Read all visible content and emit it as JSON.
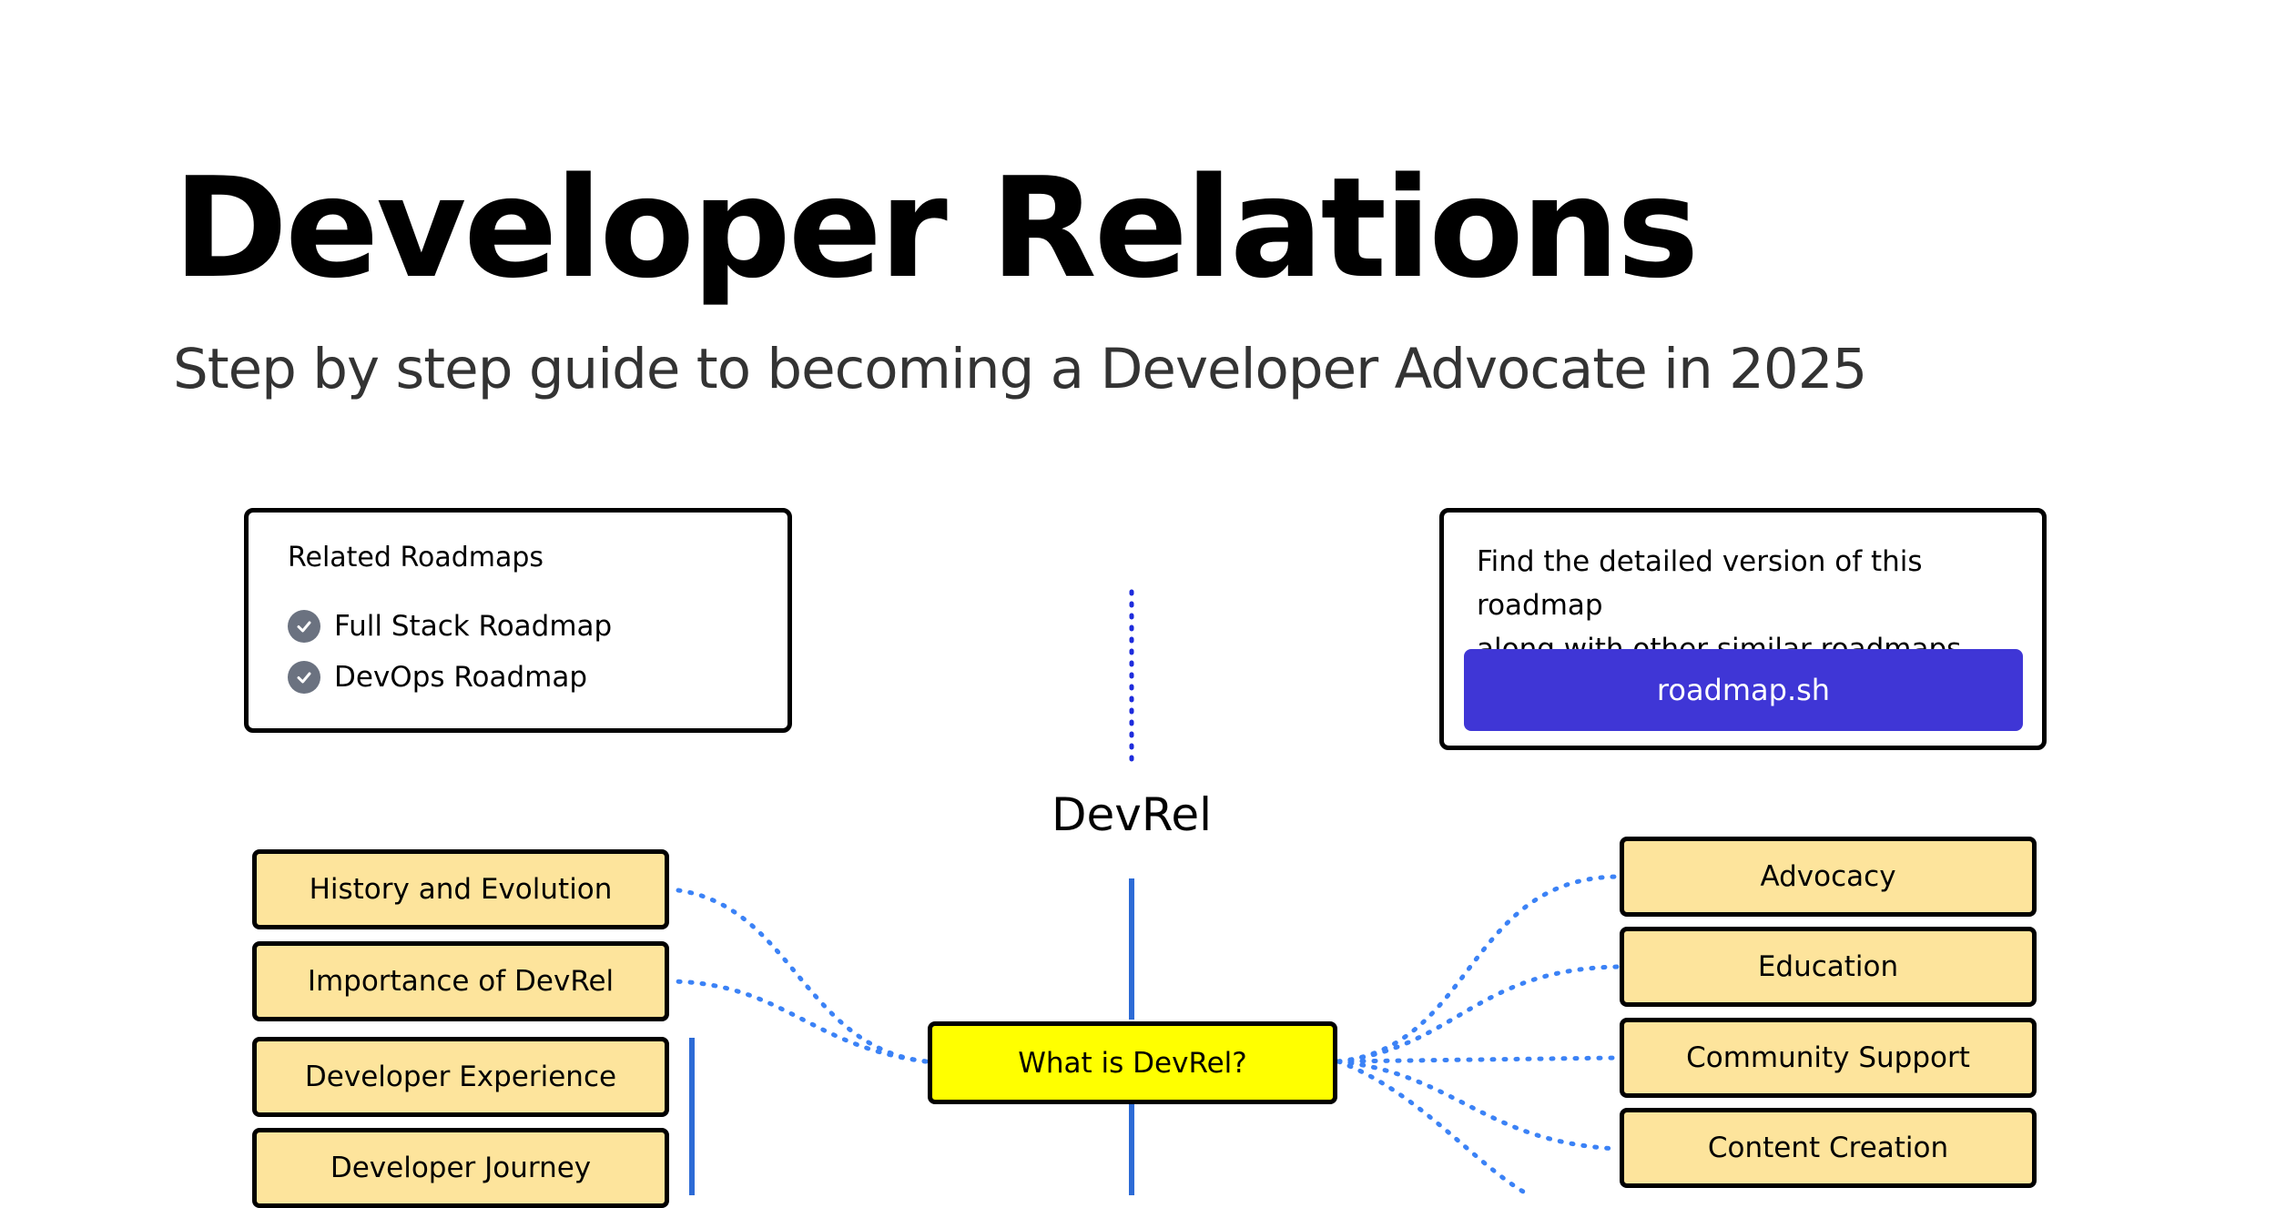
{
  "header": {
    "title": "Developer Relations",
    "subtitle": "Step by step guide to becoming a Developer Advocate in 2025"
  },
  "related": {
    "heading": "Related Roadmaps",
    "items": [
      {
        "label": "Full Stack Roadmap",
        "icon": "check-circle-icon"
      },
      {
        "label": "DevOps Roadmap",
        "icon": "check-circle-icon"
      }
    ]
  },
  "info": {
    "line1": "Find the detailed version of this roadmap",
    "line2": "along with other similar roadmaps",
    "button_label": "roadmap.sh"
  },
  "roadmap": {
    "root_label": "DevRel",
    "main_node": "What is DevRel?",
    "left_nodes": [
      "History and Evolution",
      "Importance of DevRel",
      "Developer Experience",
      "Developer Journey"
    ],
    "right_nodes": [
      "Advocacy",
      "Education",
      "Community Support",
      "Content Creation"
    ]
  },
  "colors": {
    "node_fill": "#fde49c",
    "main_node_fill": "#ffff00",
    "button": "#3f36d6",
    "connector": "#3b82f6",
    "spine": "#2d6bd6",
    "top_dots": "#1d2bdc"
  }
}
